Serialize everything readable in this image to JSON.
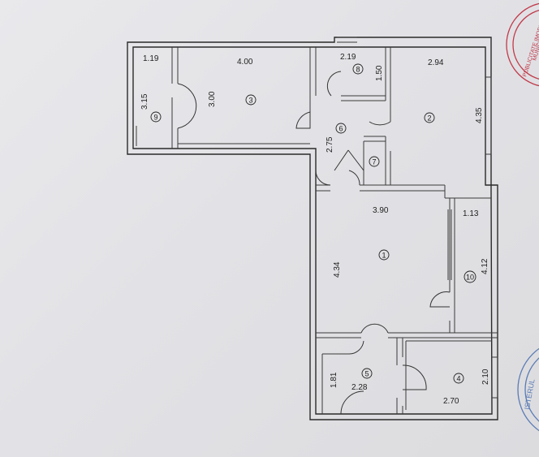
{
  "rooms": [
    {
      "number": "1",
      "dims": [
        "3.90",
        "4.34"
      ]
    },
    {
      "number": "2",
      "dims": [
        "2.94",
        "4.35"
      ]
    },
    {
      "number": "3",
      "dims": [
        "4.00",
        "3.00"
      ]
    },
    {
      "number": "4",
      "dims": [
        "2.70",
        "2.10"
      ]
    },
    {
      "number": "5",
      "dims": [
        "2.28",
        "1.81"
      ]
    },
    {
      "number": "6",
      "dims": [
        "2.75"
      ]
    },
    {
      "number": "7",
      "dims": []
    },
    {
      "number": "8",
      "dims": [
        "2.19",
        "1.50"
      ]
    },
    {
      "number": "9",
      "dims": [
        "1.19",
        "3.15"
      ]
    },
    {
      "number": "10",
      "dims": [
        "1.13",
        "4.12"
      ]
    }
  ],
  "stamps": {
    "red_text": "PUBLICITATE IMOBILIARA",
    "red_text_2": "MUNICIPIUL BUCU",
    "blue_text": "ISTERUL"
  }
}
